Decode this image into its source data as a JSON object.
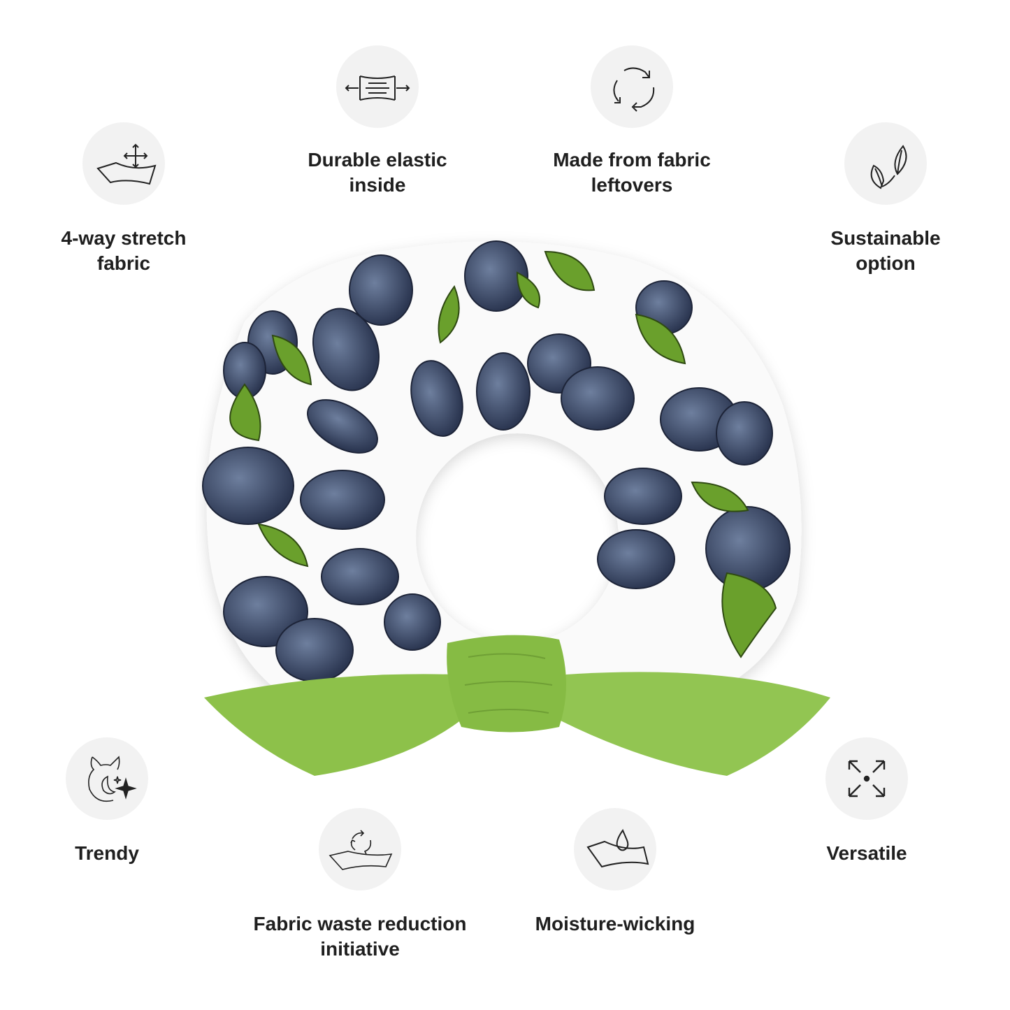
{
  "features": [
    {
      "id": "stretch",
      "label_lines": [
        "4-way stretch",
        "fabric"
      ],
      "icon": "stretch-fabric-icon"
    },
    {
      "id": "elastic",
      "label_lines": [
        "Durable elastic",
        "inside"
      ],
      "icon": "elastic-icon"
    },
    {
      "id": "leftovers",
      "label_lines": [
        "Made from fabric",
        "leftovers"
      ],
      "icon": "recycle-icon"
    },
    {
      "id": "sustainable",
      "label_lines": [
        "Sustainable",
        "option"
      ],
      "icon": "leaves-icon"
    },
    {
      "id": "trendy",
      "label_lines": [
        "Trendy"
      ],
      "icon": "trendy-sparkle-icon"
    },
    {
      "id": "waste",
      "label_lines": [
        "Fabric waste reduction",
        "initiative"
      ],
      "icon": "fabric-recycle-icon"
    },
    {
      "id": "moisture",
      "label_lines": [
        "Moisture-wicking"
      ],
      "icon": "water-drop-icon"
    },
    {
      "id": "versatile",
      "label_lines": [
        "Versatile"
      ],
      "icon": "expand-arrows-icon"
    }
  ],
  "colors": {
    "circle": "#f2f2f2",
    "text": "#1f1f1f",
    "bow": "#8dc14a",
    "berry": "#3e4d6b",
    "leaf": "#6aa02c"
  }
}
